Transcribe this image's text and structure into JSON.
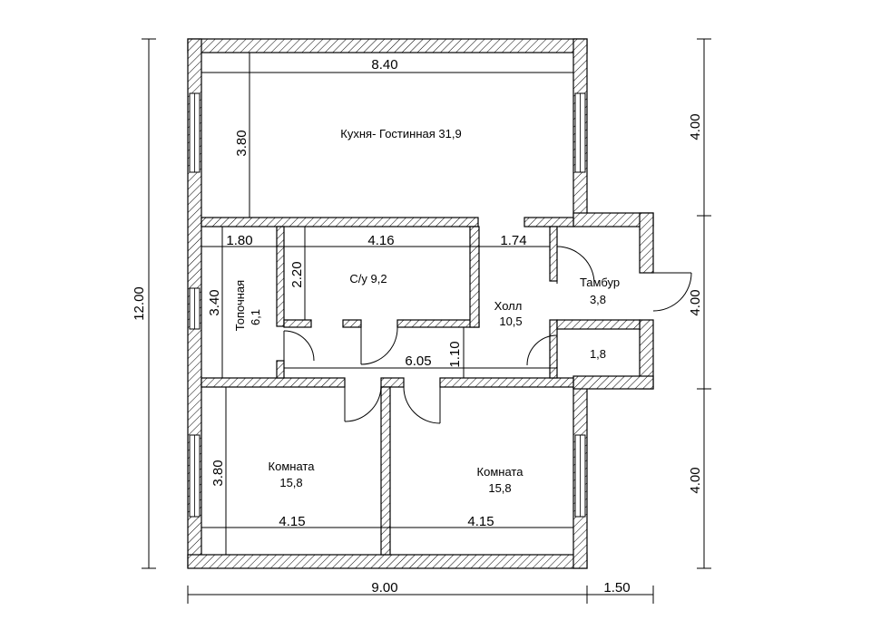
{
  "rooms": {
    "kitchen": {
      "name": "Кухня- Гостинная 31,9"
    },
    "bath": {
      "name": "С/у  9,2"
    },
    "hall": {
      "name": "Холл",
      "area": "10,5"
    },
    "vestibule": {
      "name": "Тамбур",
      "area": "3,8"
    },
    "storage": {
      "area": "1,8"
    },
    "boiler": {
      "name": "Топочная",
      "area": "6,1"
    },
    "bedroom_left": {
      "name": "Комната",
      "area": "15,8"
    },
    "bedroom_right": {
      "name": "Комната",
      "area": "15,8"
    }
  },
  "dimensions": {
    "kitchen_width": "8.40",
    "kitchen_depth": "3.80",
    "boiler_width": "1.80",
    "bath_width": "4.16",
    "hall_width": "1.74",
    "bath_depth": "2.20",
    "boiler_depth": "3.40",
    "corridor_length": "6.05",
    "corridor_width": "1.10",
    "bedroom_depth": "3.80",
    "bedroom_left_width": "4.15",
    "bedroom_right_width": "4.15",
    "total_height": "12.00",
    "right_top": "4.00",
    "right_middle": "4.00",
    "right_bottom": "4.00",
    "total_width": "9.00",
    "annex_width": "1.50"
  }
}
